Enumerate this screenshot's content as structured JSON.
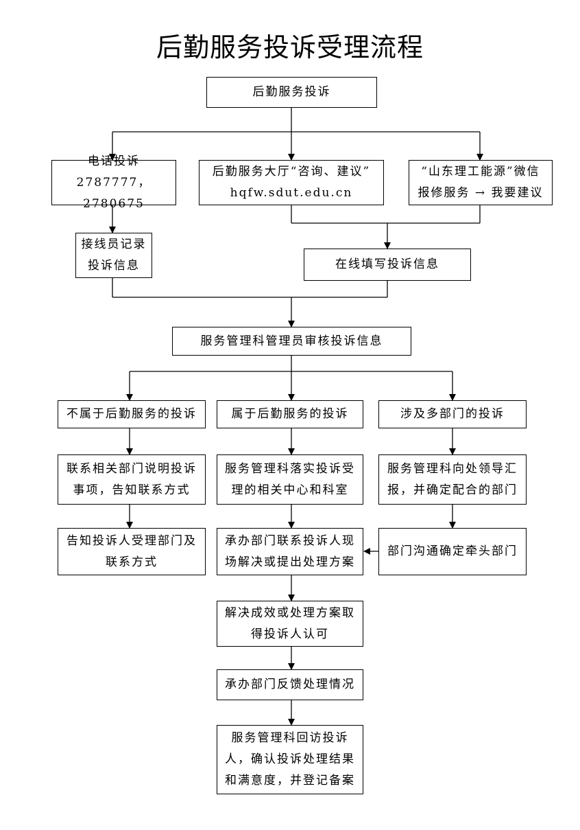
{
  "title": "后勤服务投诉受理流程",
  "nodes": {
    "start": "后勤服务投诉",
    "phone": "电话投诉\n2787777，2780675",
    "hall": "后勤服务大厅“咨询、建议”\nhqfw.sdut.edu.cn",
    "wechat": "“山东理工能源”微信\n报修服务 → 我要建议",
    "operator": "接线员记录\n投诉信息",
    "online": "在线填写投诉信息",
    "review": "服务管理科管理员审核投诉信息",
    "not_related": "不属于后勤服务的投诉",
    "related": "属于后勤服务的投诉",
    "multi": "涉及多部门的投诉",
    "contact_dept": "联系相关部门说明投诉\n事项，告知联系方式",
    "implement": "服务管理科落实投诉受\n理的相关中心和科室",
    "report": "服务管理科向处领导汇\n报，并确定配合的部门",
    "inform": "告知投诉人受理部门及\n联系方式",
    "handle": "承办部门联系投诉人现\n场解决或提出处理方案",
    "lead": "部门沟通确定牵头部门",
    "approval": "解决成效或处理方案取\n得投诉人认可",
    "feedback": "承办部门反馈处理情况",
    "visit": "服务管理科回访投诉\n人，确认投诉处理结果\n和满意度，并登记备案"
  }
}
